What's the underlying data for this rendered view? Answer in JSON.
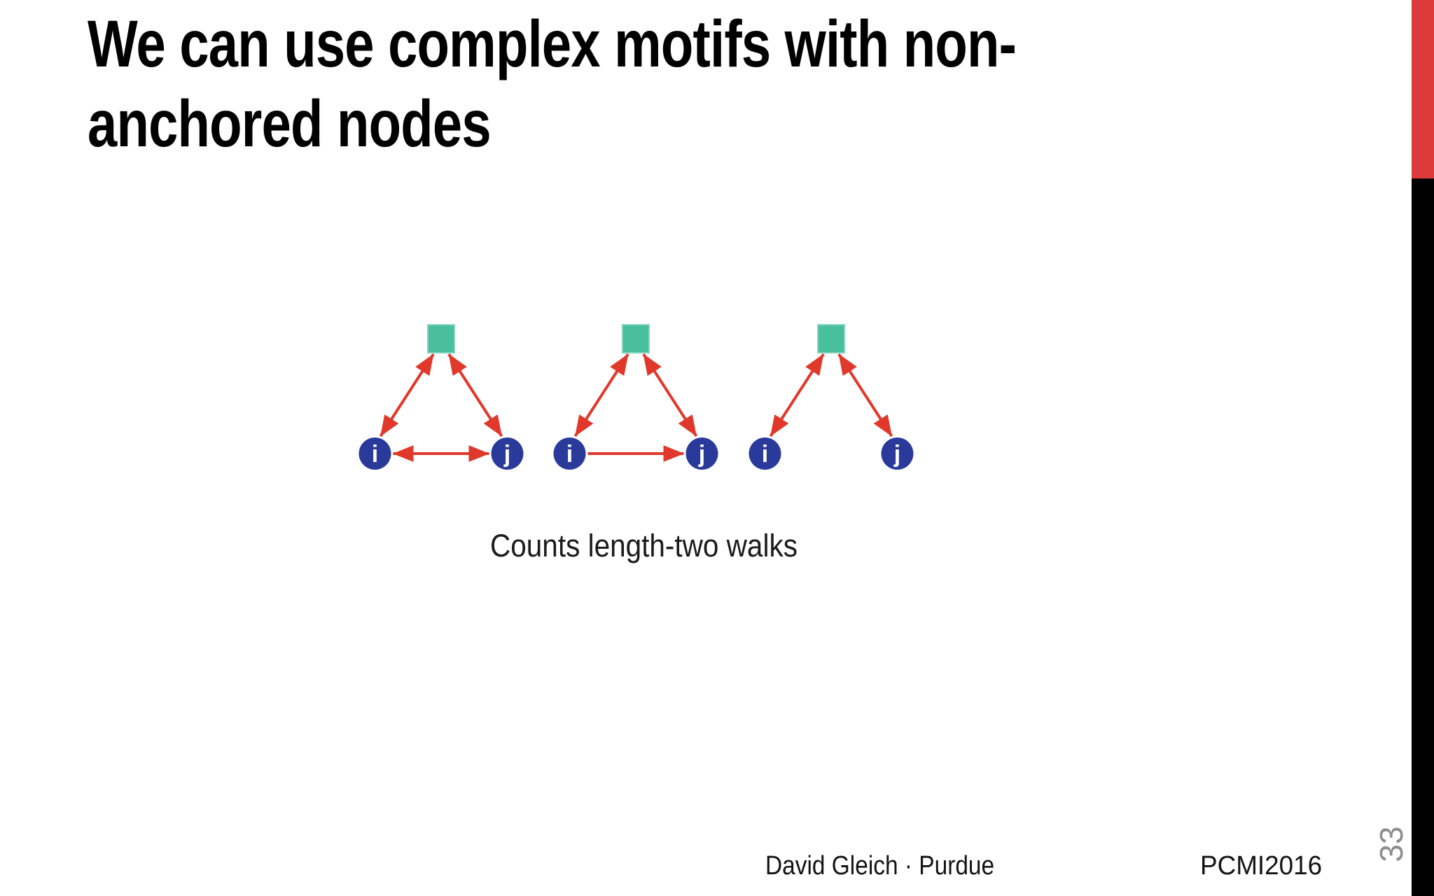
{
  "slide": {
    "title_lines": [
      "We can use complex motifs with non-",
      "anchored nodes"
    ],
    "caption": "Counts length-two walks",
    "footer": {
      "author": "David Gleich · Purdue",
      "event": "PCMI2016"
    },
    "page_number": "33"
  },
  "colors": {
    "background": "#ffffff",
    "title_text": "#000000",
    "caption_text": "#1b1b1b",
    "footer_text": "#141414",
    "page_number_gray": "#8c8c8c",
    "sidebar_red": "#dd3b3b",
    "sidebar_black": "#000000",
    "arrow_red": "#e0392b",
    "anchor_square_fill": "#4abf9e",
    "anchor_square_border": "#82d4be",
    "node_fill": "#2a3a9b",
    "node_label_text": "#ffffff"
  },
  "chart_data": {
    "type": "graph-motifs",
    "description_visible_text": "Counts length-two walks",
    "motifs": [
      {
        "anchor": "non-anchored-square",
        "nodes": [
          {
            "label": "i"
          },
          {
            "label": "j"
          }
        ],
        "edges": [
          {
            "from": "i",
            "to": "anchor",
            "dir": "both"
          },
          {
            "from": "j",
            "to": "anchor",
            "dir": "both"
          },
          {
            "from": "i",
            "to": "j",
            "dir": "both"
          }
        ]
      },
      {
        "anchor": "non-anchored-square",
        "nodes": [
          {
            "label": "i"
          },
          {
            "label": "j"
          }
        ],
        "edges": [
          {
            "from": "i",
            "to": "anchor",
            "dir": "both"
          },
          {
            "from": "j",
            "to": "anchor",
            "dir": "both"
          },
          {
            "from": "i",
            "to": "j",
            "dir": "forward"
          }
        ]
      },
      {
        "anchor": "non-anchored-square",
        "nodes": [
          {
            "label": "i"
          },
          {
            "label": "j"
          }
        ],
        "edges": [
          {
            "from": "i",
            "to": "anchor",
            "dir": "both"
          },
          {
            "from": "j",
            "to": "anchor",
            "dir": "both"
          }
        ]
      }
    ]
  }
}
